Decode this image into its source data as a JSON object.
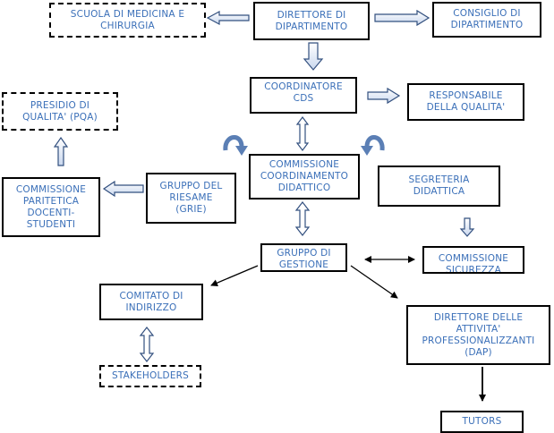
{
  "diagram": {
    "nodes": {
      "scuola": [
        "SCUOLA DI MEDICINA E",
        "CHIRURGIA"
      ],
      "direttore_dipartimento": [
        "DIRETTORE DI",
        "DIPARTIMENTO"
      ],
      "consiglio": [
        "CONSIGLIO DI",
        "DIPARTIMENTO"
      ],
      "coordinatore": [
        "COORDINATORE",
        "CDS"
      ],
      "responsabile": [
        "RESPONSABILE",
        "DELLA QUALITA'"
      ],
      "presidio": [
        "PRESIDIO DI",
        "QUALITA' (PQA)"
      ],
      "commissione_coordinamento": [
        "COMMISSIONE",
        "COORDINAMENTO",
        "DIDATTICO"
      ],
      "segreteria": [
        "SEGRETERIA",
        "DIDATTICA"
      ],
      "gruppo_riesame": [
        "GRUPPO DEL",
        "RIESAME",
        "(GRIE)"
      ],
      "commissione_paritetica": [
        "COMMISSIONE",
        "PARITETICA",
        "DOCENTI-",
        "STUDENTI"
      ],
      "gruppo_gestione": [
        "GRUPPO DI",
        "GESTIONE"
      ],
      "commissione_sicurezza": [
        "COMMISSIONE",
        "SICUREZZA"
      ],
      "comitato": [
        "COMITATO DI",
        "INDIRIZZO"
      ],
      "direttore_attivita": [
        "DIRETTORE DELLE",
        "ATTIVITA'",
        "PROFESSIONALIZZANTI",
        "(DAP)"
      ],
      "stakeholders": [
        "STAKEHOLDERS"
      ],
      "tutors": [
        "TUTORS"
      ]
    }
  }
}
